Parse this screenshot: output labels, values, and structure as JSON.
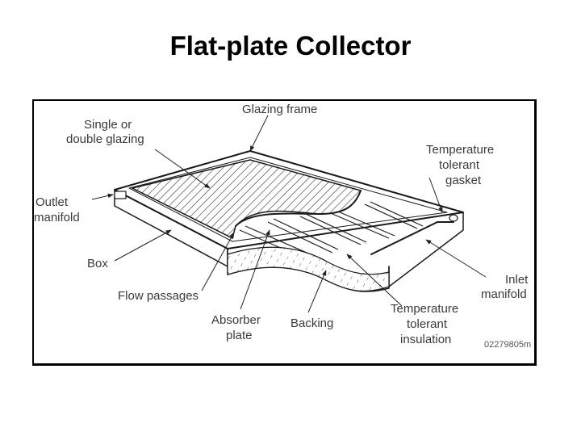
{
  "title": "Flat-plate Collector",
  "labels": {
    "glazing_frame": "Glazing frame",
    "glazing_line1": "Single or",
    "glazing_line2": "double glazing",
    "gasket_line1": "Temperature",
    "gasket_line2": "tolerant",
    "gasket_line3": "gasket",
    "outlet_line1": "Outlet",
    "outlet_line2": "manifold",
    "box": "Box",
    "flow_passages": "Flow passages",
    "absorber_line1": "Absorber",
    "absorber_line2": "plate",
    "backing": "Backing",
    "insulation_line1": "Temperature",
    "insulation_line2": "tolerant",
    "insulation_line3": "insulation",
    "inlet_line1": "Inlet",
    "inlet_line2": "manifold",
    "figure_id": "02279805m"
  }
}
